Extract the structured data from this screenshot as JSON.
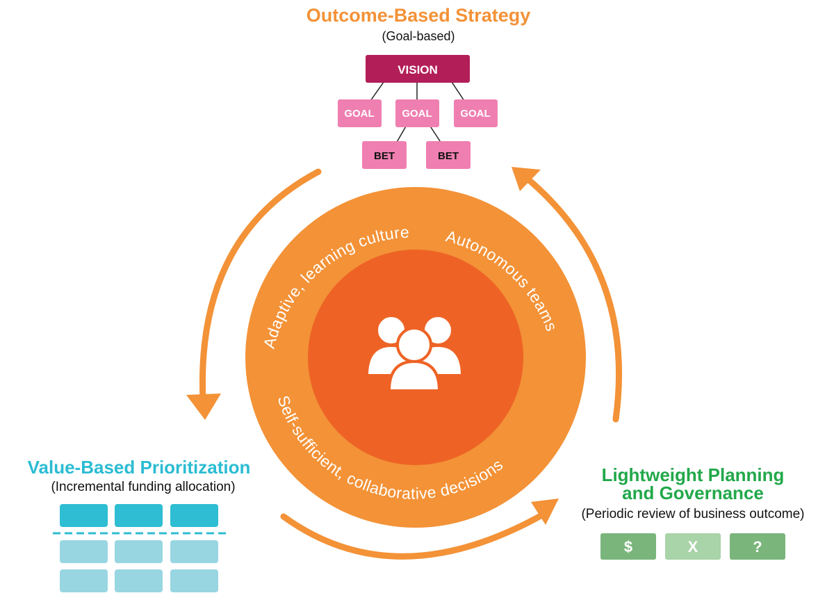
{
  "outcome": {
    "title": "Outcome-Based Strategy",
    "subtitle": "(Goal-based)",
    "vision": "VISION",
    "goals": [
      "GOAL",
      "GOAL",
      "GOAL"
    ],
    "bets": [
      "BET",
      "BET"
    ]
  },
  "value": {
    "title": "Value-Based Prioritization",
    "subtitle": "(Incremental funding allocation)"
  },
  "planning": {
    "title_line1": "Lightweight Planning",
    "title_line2": "and Governance",
    "subtitle": "(Periodic review of business outcome)",
    "boxes": [
      "$",
      "X",
      "?"
    ]
  },
  "center": {
    "arc_top_left": "Adaptive, learning culture",
    "arc_top_right": "Autonomous teams",
    "arc_bottom": "Self-sufficient, collaborative decisions",
    "icon": "people-group-icon"
  },
  "colors": {
    "orange_title": "#f39237",
    "orange_ring": "#f39237",
    "orange_inner": "#ee6325",
    "vision": "#b21e58",
    "goal": "#ef7fb1",
    "teal_title": "#2bbcd3",
    "teal_dark": "#2ebdd2",
    "teal_light": "#98d6e2",
    "green_title": "#22a84a",
    "green_box": "#7ab57c",
    "green_box_light": "#a9d3a8"
  }
}
